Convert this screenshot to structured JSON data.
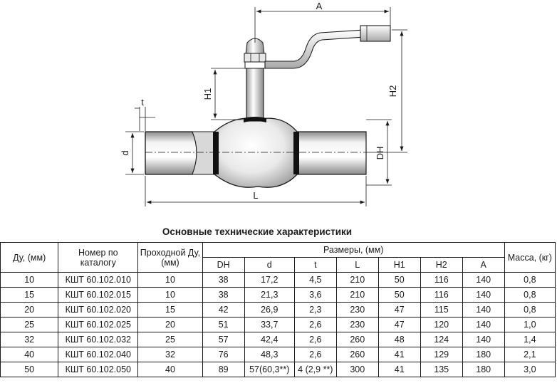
{
  "drawing": {
    "labels": {
      "A": "A",
      "H1": "H1",
      "H2": "H2",
      "t": "t",
      "d": "d",
      "DH": "DH",
      "L": "L"
    }
  },
  "table": {
    "title": "Основные технические характеристики",
    "headers": {
      "du": "Ду, (мм)",
      "catalog": "Номер по каталогу",
      "passage": "Проходной Ду, (мм)",
      "dims": "Размеры, (мм)",
      "mass": "Масса, (кг)",
      "sub": [
        "DH",
        "d",
        "t",
        "L",
        "H1",
        "H2",
        "A"
      ]
    },
    "rows": [
      [
        "10",
        "КШТ 60.102.010",
        "10",
        "38",
        "17,2",
        "4,5",
        "210",
        "50",
        "116",
        "140",
        "0,8"
      ],
      [
        "15",
        "КШТ 60.102.015",
        "10",
        "38",
        "21,3",
        "3,6",
        "210",
        "50",
        "116",
        "140",
        "0,8"
      ],
      [
        "20",
        "КШТ 60.102.020",
        "15",
        "42",
        "26,9",
        "2,3",
        "230",
        "47",
        "115",
        "140",
        "0,8"
      ],
      [
        "25",
        "КШТ 60.102.025",
        "20",
        "51",
        "33,7",
        "2,6",
        "230",
        "47",
        "120",
        "140",
        "1,0"
      ],
      [
        "32",
        "КШТ 60.102.032",
        "25",
        "57",
        "42,4",
        "2,6",
        "260",
        "48",
        "124",
        "140",
        "1,4"
      ],
      [
        "40",
        "КШТ 60.102.040",
        "32",
        "76",
        "48,3",
        "2,6",
        "260",
        "41",
        "129",
        "180",
        "2,1"
      ],
      [
        "50",
        "КШТ 60.102.050",
        "40",
        "89",
        "57(60,3**)",
        "4 (2,9 **)",
        "300",
        "41",
        "135",
        "180",
        "3,0"
      ]
    ]
  }
}
